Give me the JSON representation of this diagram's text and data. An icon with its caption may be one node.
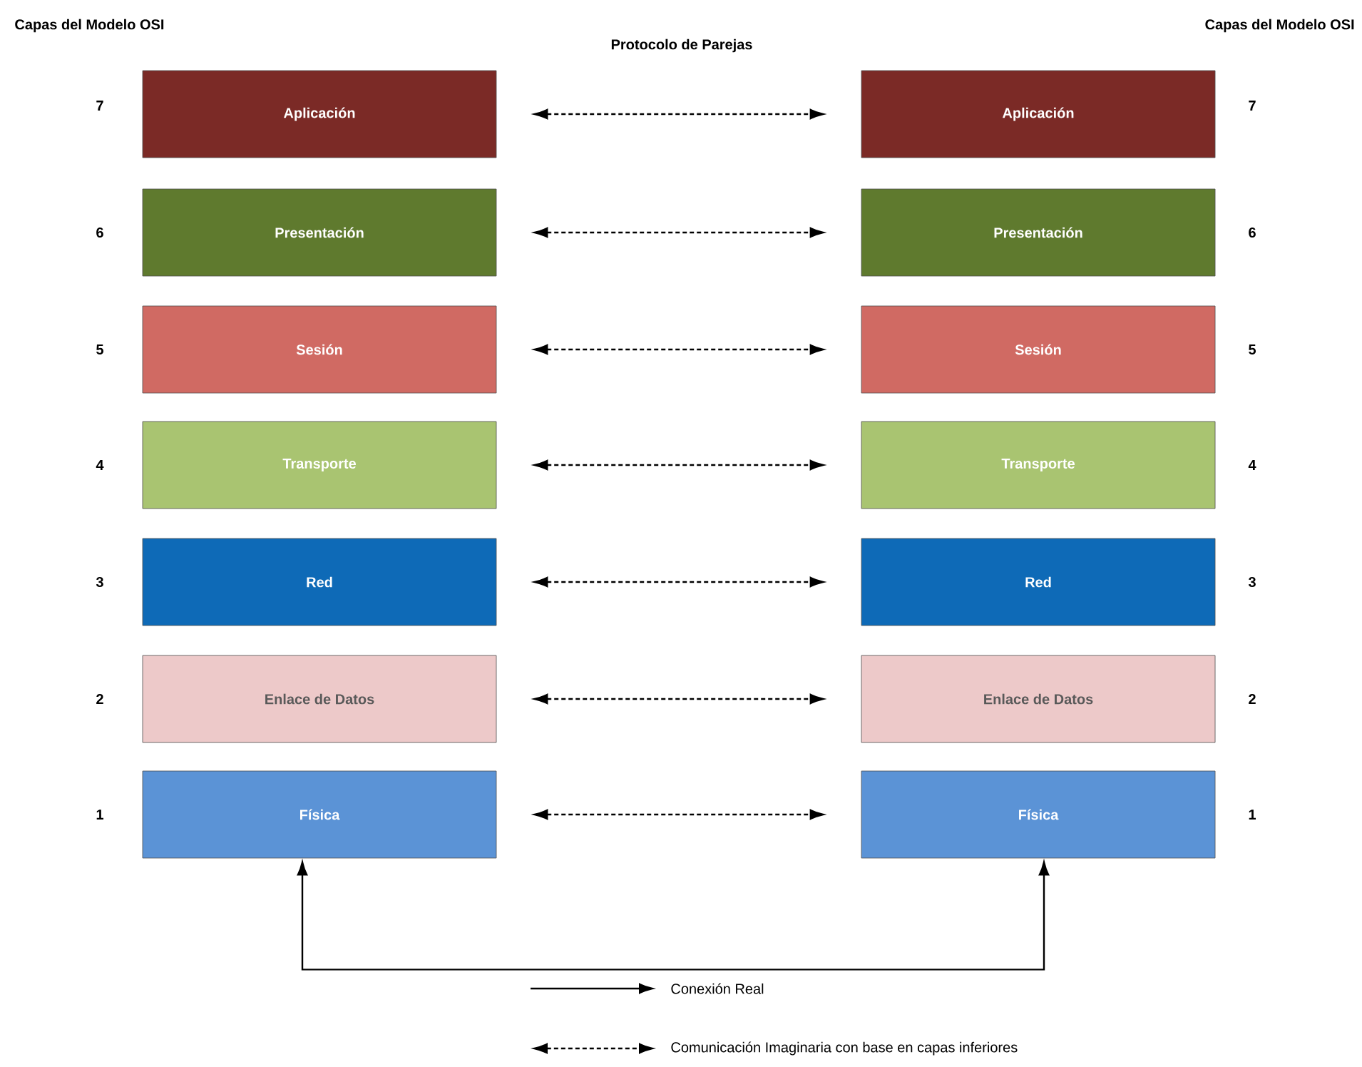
{
  "diagram": {
    "nodes": [
      {
        "text": [
          "Aplicación"
        ],
        "beside": [
          "7"
        ]
      },
      {
        "text": [
          "Presentación"
        ],
        "beside": [
          "6"
        ]
      },
      {
        "text": [
          "Sesión"
        ],
        "beside": [
          "5"
        ]
      },
      {
        "text": [
          "Transporte"
        ],
        "beside": [
          "4"
        ]
      },
      {
        "text": [
          "Red"
        ],
        "beside": [
          "3"
        ]
      },
      {
        "text": [
          "Enlace de Datos"
        ],
        "beside": [
          "2"
        ]
      },
      {
        "text": [
          "Física"
        ],
        "beside": [
          "1"
        ]
      },
      {
        "text": [
          "Aplicación"
        ],
        "beside": [
          "7"
        ]
      },
      {
        "text": [
          "Presentación"
        ],
        "beside": [
          "6"
        ]
      },
      {
        "text": [
          "Sesión"
        ],
        "beside": [
          "5"
        ]
      },
      {
        "text": [
          "Transporte"
        ],
        "beside": [
          "4"
        ]
      },
      {
        "text": [
          "Red"
        ],
        "beside": [
          "3"
        ]
      },
      {
        "text": [
          "Enlace de Datos"
        ],
        "beside": [
          "2"
        ]
      },
      {
        "text": [
          "Física"
        ],
        "beside": [
          "1"
        ]
      }
    ],
    "edges": [
      {
        "from": 0,
        "to": 7,
        "arrow": "both",
        "style": "dashed"
      },
      {
        "from": 1,
        "to": 8,
        "arrow": "both",
        "style": "dashed"
      },
      {
        "from": 2,
        "to": 9,
        "arrow": "both",
        "style": "dashed"
      },
      {
        "from": 3,
        "to": 10,
        "arrow": "both",
        "style": "dashed"
      },
      {
        "from": 4,
        "to": 11,
        "arrow": "both",
        "style": "dashed"
      },
      {
        "from": 5,
        "to": 12,
        "arrow": "both",
        "style": "dashed"
      },
      {
        "from": 6,
        "to": 13,
        "arrow": "both",
        "style": "dashed"
      },
      {
        "from": 6,
        "to": 13,
        "arrow": "both"
      }
    ],
    "labels": [
      "Capas del Modelo OSI",
      "Protocolo de Parejas",
      "Capas del Modelo OSI"
    ],
    "legend": [
      {
        "text": "Conexión Real"
      },
      {
        "text": "Comunicación Imaginaria con base en capas inferiores"
      }
    ]
  }
}
